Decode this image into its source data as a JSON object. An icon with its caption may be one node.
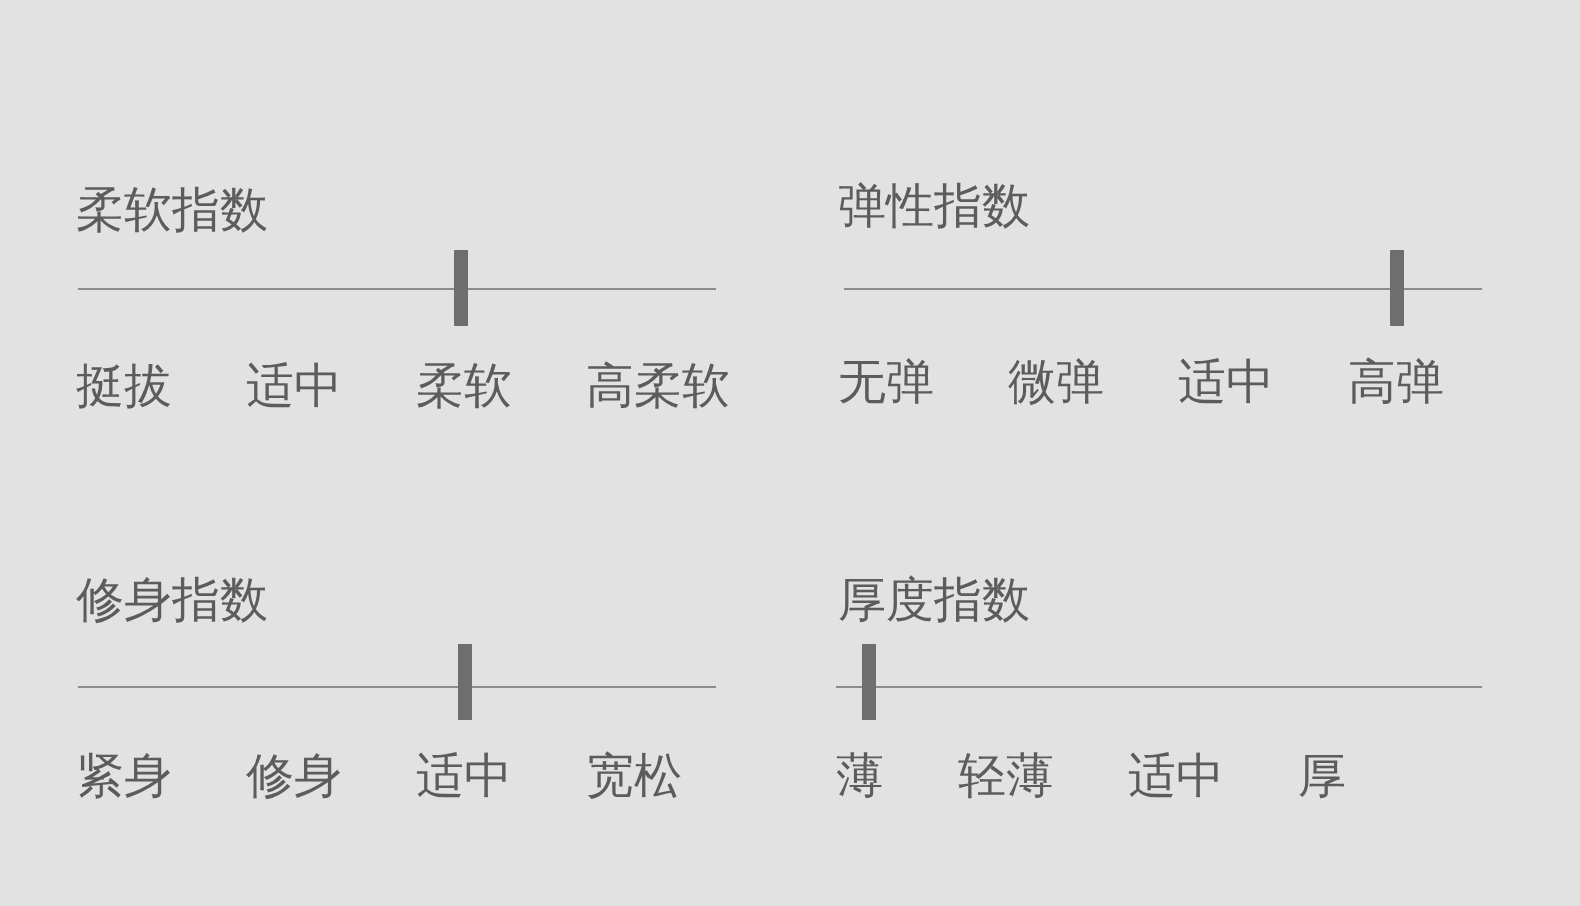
{
  "diagram": {
    "labels": [
      "柔软指数",
      "挺拔",
      "适中",
      "柔软",
      "高柔软",
      "弹性指数",
      "无弹",
      "微弹",
      "适中",
      "高弹",
      "修身指数",
      "紧身",
      "修身",
      "适中",
      "宽松",
      "厚度指数",
      "薄",
      "轻薄",
      "适中",
      "厚"
    ]
  }
}
